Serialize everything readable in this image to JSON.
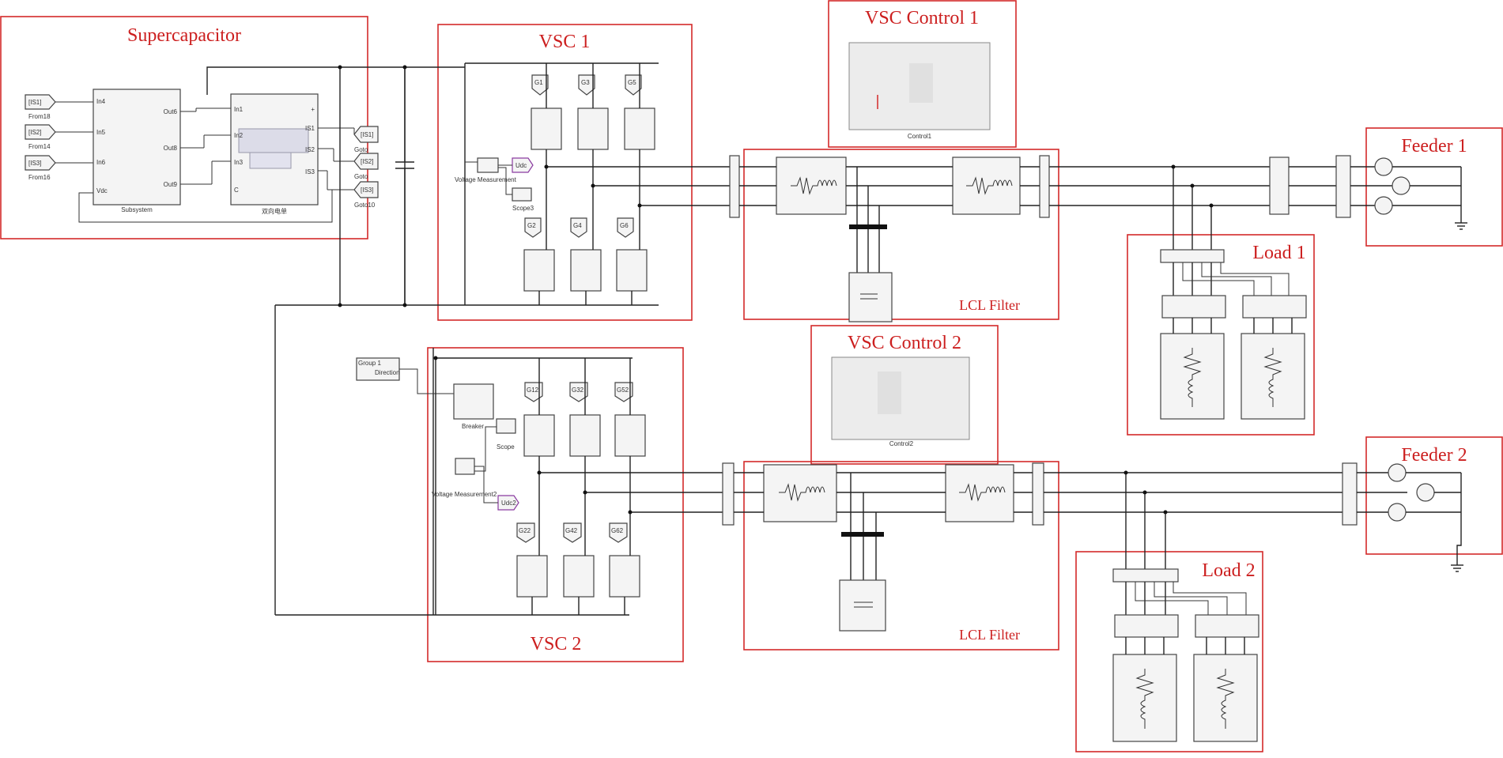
{
  "regions": {
    "supercapacitor": "Supercapacitor",
    "vsc1": "VSC 1",
    "vsc2": "VSC 2",
    "vsc_control1": "VSC Control 1",
    "vsc_control2": "VSC Control 2",
    "lcl_filter1": "LCL Filter",
    "lcl_filter2": "LCL Filter",
    "feeder1": "Feeder 1",
    "feeder2": "Feeder 2",
    "load1": "Load 1",
    "load2": "Load 2"
  },
  "blocks": {
    "from_tags": [
      "[IS1]",
      "[IS2]",
      "[IS3]"
    ],
    "from_names": [
      "From18",
      "From14",
      "From16"
    ],
    "subsystem": "Subsystem",
    "subsystem_ports_in": [
      "In4",
      "In5",
      "In6",
      "Vdc"
    ],
    "subsystem_ports_out": [
      "Out6",
      "Out8",
      "Out9"
    ],
    "converter_name": "双向电单",
    "converter_ports_in": [
      "In1",
      "In2",
      "In3",
      "C"
    ],
    "converter_ports_out": [
      "+",
      "IS1",
      "IS2",
      "IS3"
    ],
    "goto_tags": [
      "[IS1]",
      "[IS2]",
      "[IS3]"
    ],
    "goto_names": [
      "Goto",
      "Goto",
      "Goto10"
    ],
    "voltage_measurement1": "Voltage Measurement",
    "scope3": "Scope3",
    "udc_tag": "Udc",
    "gates_top1": [
      "G1",
      "G3",
      "G5"
    ],
    "gates_bot1": [
      "G2",
      "G4",
      "G6"
    ],
    "control1_name": "Control1",
    "control2_name": "Control2",
    "group_block": "Group 1",
    "group_block_sub": "Direction",
    "breaker": "Breaker",
    "scope": "Scope",
    "voltage_measurement2": "Voltage Measurement2",
    "udc2_tag": "Udc2",
    "gates_top2": [
      "G12",
      "G32",
      "G52"
    ],
    "gates_bot2": [
      "G22",
      "G42",
      "G62"
    ]
  }
}
